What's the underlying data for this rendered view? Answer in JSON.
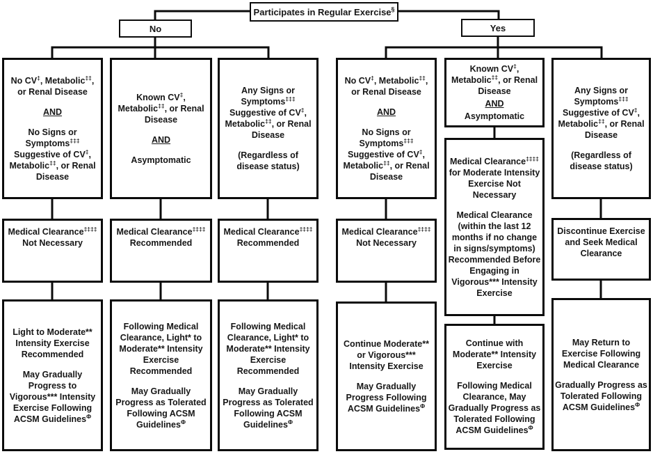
{
  "colors": {
    "line": "#0b0b0b",
    "background": "#ffffff",
    "text": "#161616"
  },
  "root": {
    "title": [
      "Participates in Regular Exercise^{§}"
    ]
  },
  "branches": {
    "no_label": "No",
    "yes_label": "Yes"
  },
  "columns": [
    {
      "branch": "No",
      "condition": [
        "No CV^{‡}, Metabolic^{‡‡}, or Renal Disease",
        "AND",
        "No Signs or Symptoms^{‡‡‡} Suggestive of CV^{‡}, Metabolic^{‡‡}, or Renal Disease"
      ],
      "clearance": [
        "Medical Clearance^{‡‡‡‡} Not Necessary"
      ],
      "recommendation": [
        "Light to Moderate** Intensity Exercise Recommended",
        "May Gradually Progress to Vigorous*** Intensity Exercise Following ACSM Guidelines^{Φ}"
      ]
    },
    {
      "branch": "No",
      "condition": [
        "Known CV^{‡}, Metabolic^{‡‡}, or Renal Disease",
        "AND",
        "Asymptomatic"
      ],
      "clearance": [
        "Medical Clearance^{‡‡‡‡} Recommended"
      ],
      "recommendation": [
        "Following Medical Clearance, Light* to Moderate** Intensity Exercise Recommended",
        "May Gradually Progress as Tolerated Following ACSM Guidelines^{Φ}"
      ]
    },
    {
      "branch": "No",
      "condition": [
        "Any Signs or Symptoms^{‡‡‡} Suggestive of CV^{‡}, Metabolic^{‡‡}, or Renal Disease",
        "(Regardless of disease status)"
      ],
      "clearance": [
        "Medical Clearance^{‡‡‡‡} Recommended"
      ],
      "recommendation": [
        "Following Medical Clearance, Light* to Moderate** Intensity Exercise Recommended",
        "May Gradually Progress as Tolerated Following ACSM Guidelines^{Φ}"
      ]
    },
    {
      "branch": "Yes",
      "condition": [
        "No CV^{‡}, Metabolic^{‡‡}, or Renal Disease",
        "AND",
        "No Signs or Symptoms^{‡‡‡} Suggestive of CV^{‡}, Metabolic^{‡‡}, or Renal Disease"
      ],
      "clearance": [
        "Medical Clearance^{‡‡‡‡} Not Necessary"
      ],
      "recommendation": [
        "Continue Moderate** or Vigorous*** Intensity Exercise",
        "May Gradually Progress Following ACSM Guidelines^{Φ}"
      ]
    },
    {
      "branch": "Yes",
      "condition": [
        "Known CV^{‡}, Metabolic^{‡‡}, or Renal Disease",
        "AND",
        "Asymptomatic"
      ],
      "clearance": [
        "Medical Clearance^{‡‡‡‡} for Moderate Intensity Exercise Not Necessary",
        "Medical Clearance (within the last 12 months if no change in signs/symptoms) Recommended Before Engaging in Vigorous*** Intensity Exercise"
      ],
      "recommendation": [
        "Continue with Moderate** Intensity Exercise",
        "Following Medical Clearance, May Gradually Progress as Tolerated Following ACSM Guidelines^{Φ}"
      ]
    },
    {
      "branch": "Yes",
      "condition": [
        "Any Signs or Symptoms^{‡‡‡} Suggestive of CV^{‡}, Metabolic^{‡‡}, or Renal Disease",
        "(Regardless of disease status)"
      ],
      "clearance": [
        "Discontinue Exercise and Seek Medical Clearance"
      ],
      "recommendation": [
        "May Return to Exercise Following Medical Clearance",
        "Gradually Progress as Tolerated Following ACSM Guidelines^{Φ}"
      ]
    }
  ]
}
